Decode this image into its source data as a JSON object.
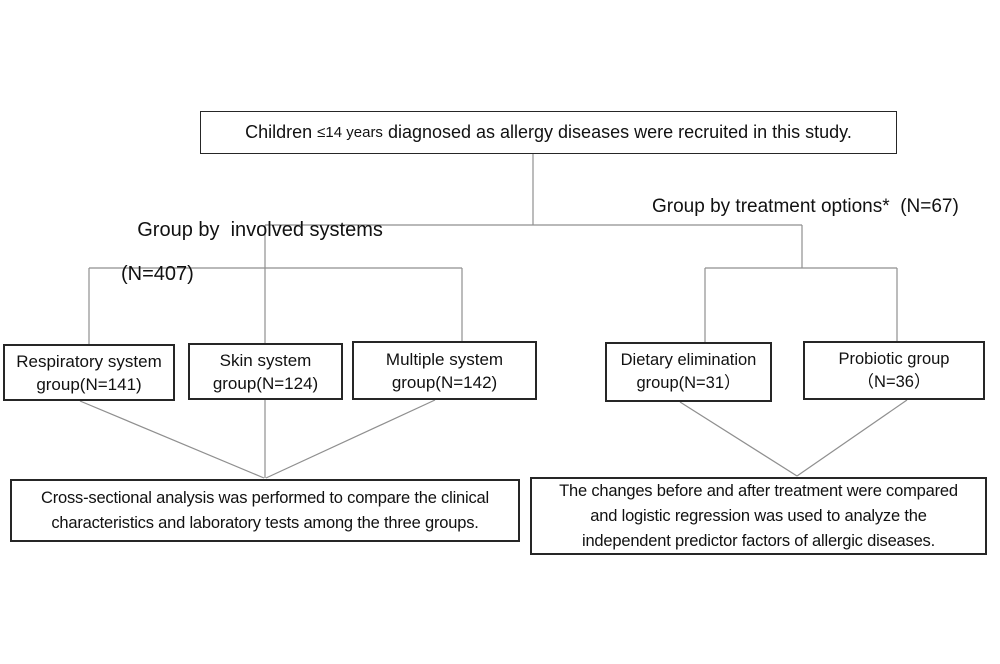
{
  "colors": {
    "box_border": "#262626",
    "connector": "#8f8f8f",
    "text": "#111111",
    "bg": "#ffffff"
  },
  "diagram": {
    "top_box": {
      "text_prefix": "Children ",
      "text_small": "≤14 years",
      "text_suffix": " diagnosed as allergy diseases were recruited in this study."
    },
    "left_branch": {
      "label_line1": "Group by  involved systems",
      "label_line2": "(N=407)",
      "group_boxes": [
        {
          "line1": "Respiratory system",
          "line2": "group(N=141)"
        },
        {
          "line1": "Skin system",
          "line2": "group(N=124)"
        },
        {
          "line1": "Multiple system",
          "line2": "group(N=142)"
        }
      ],
      "summary_lines": {
        "l1": "Cross-sectional analysis was performed to compare the clinical",
        "l2": "characteristics and laboratory tests among the three groups."
      }
    },
    "right_branch": {
      "label": "Group by treatment options*  (N=67)",
      "group_boxes": [
        {
          "line1": "Dietary elimination",
          "line2": "group(N=31）"
        },
        {
          "line1": "Probiotic group",
          "line2": "（N=36）"
        }
      ],
      "summary_lines": {
        "l1": "The changes before and after treatment were compared",
        "l2": "and logistic regression was used to analyze the",
        "l3": "independent predictor factors of allergic diseases."
      }
    }
  }
}
